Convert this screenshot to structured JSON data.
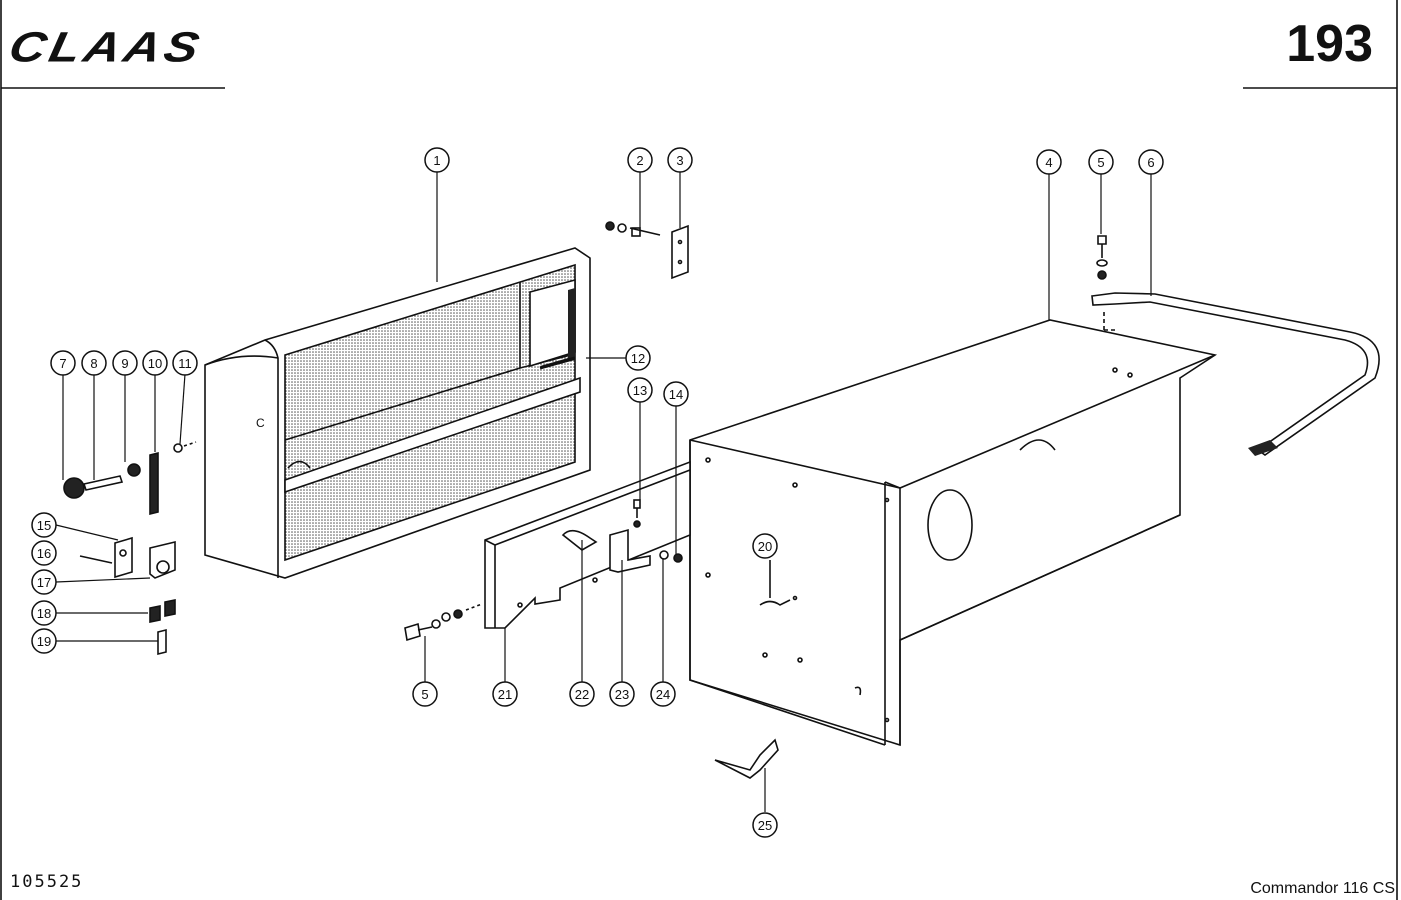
{
  "header": {
    "logo_text": "CLAAS",
    "page_number": "193"
  },
  "footer": {
    "document_number": "105525",
    "model": "Commandor 116 CS"
  },
  "callouts": [
    "1",
    "2",
    "3",
    "4",
    "5",
    "6",
    "7",
    "8",
    "9",
    "10",
    "11",
    "12",
    "13",
    "14",
    "15",
    "16",
    "17",
    "18",
    "19",
    "5",
    "21",
    "22",
    "23",
    "24",
    "20",
    "25"
  ]
}
